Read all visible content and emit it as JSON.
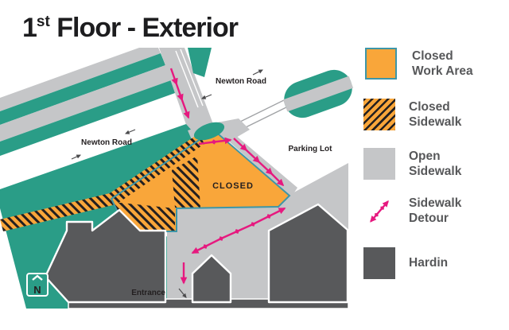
{
  "title": {
    "number": "1",
    "ordinal": "st",
    "rest": " Floor - Exterior"
  },
  "map": {
    "labels": {
      "newton_road_top": "Newton Road",
      "newton_road_left": "Newton Road",
      "parking_lot": "Parking Lot",
      "closed_area": "CLOSED",
      "entrance": "Entrance",
      "north_indicator": "N"
    }
  },
  "legend": {
    "items": [
      {
        "line1": "Closed",
        "line2": "Work Area"
      },
      {
        "line1": "Closed",
        "line2": "Sidewalk"
      },
      {
        "line1": "Open",
        "line2": "Sidewalk"
      },
      {
        "line1": "Sidewalk",
        "line2": "Detour"
      },
      {
        "line1": "Hardin",
        "line2": ""
      }
    ]
  },
  "colors": {
    "teal": "#2A9D87",
    "orange": "#F9A63A",
    "open_sidewalk_gray": "#C5C6C8",
    "hardin_gray": "#58595B",
    "detour_pink": "#E6197F",
    "hatch_black": "#231F20",
    "work_area_border": "#3D96A8",
    "label_dark": "#231F20",
    "legend_text": "#57585A"
  }
}
